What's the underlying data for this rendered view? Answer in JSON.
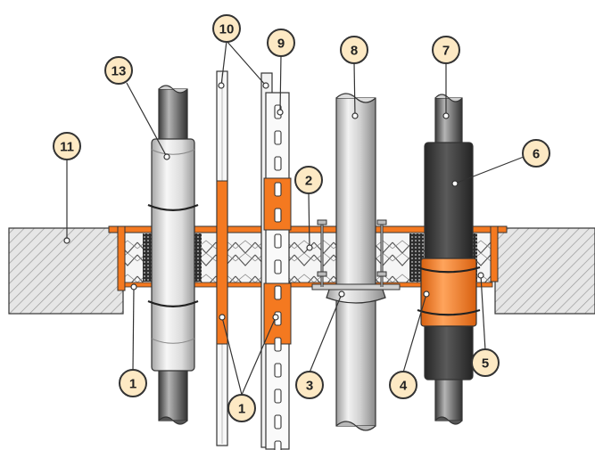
{
  "diagram": {
    "colors": {
      "orange": "#f47920",
      "callout_fill": "#fde9c4",
      "pipe_light": "#d0d0d0",
      "pipe_mid": "#9a9a9a",
      "pipe_dark": "#555555",
      "insulation_dark": "#3c3c3c",
      "wall": "#e4e4e4",
      "wool": "#f4f4f4"
    },
    "callouts": [
      {
        "label": "1"
      },
      {
        "label": "1"
      },
      {
        "label": "2"
      },
      {
        "label": "3"
      },
      {
        "label": "4"
      },
      {
        "label": "5"
      },
      {
        "label": "6"
      },
      {
        "label": "7"
      },
      {
        "label": "8"
      },
      {
        "label": "9"
      },
      {
        "label": "10"
      },
      {
        "label": "11"
      },
      {
        "label": "13"
      }
    ]
  }
}
